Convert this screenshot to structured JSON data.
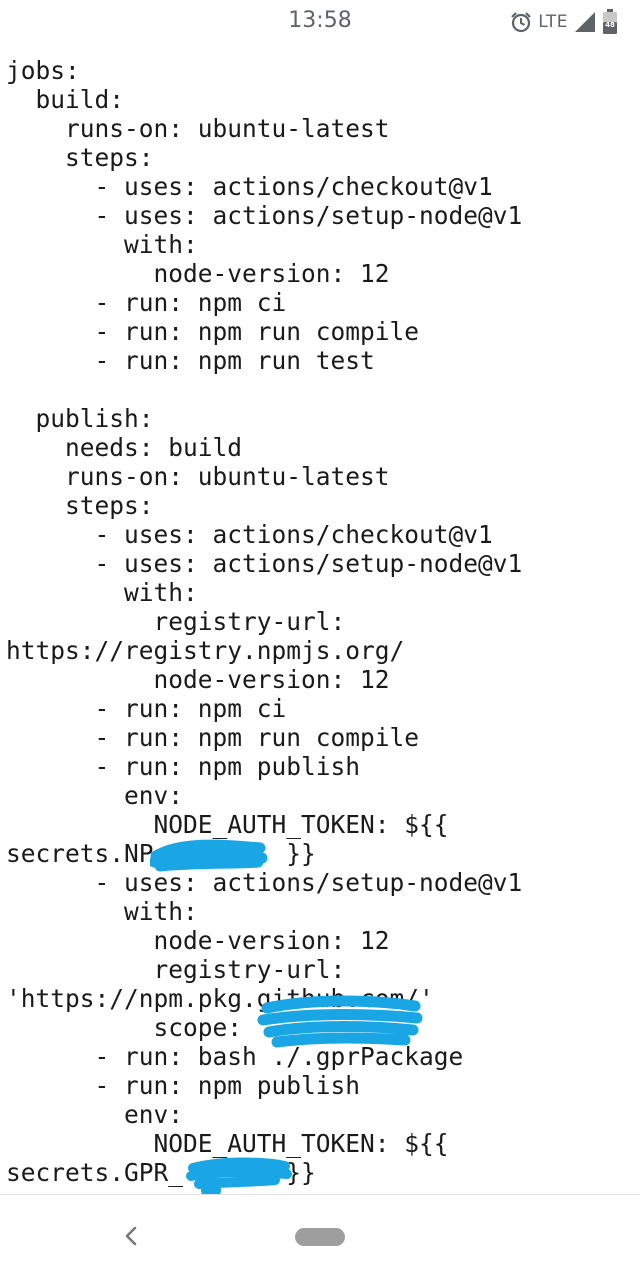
{
  "status_bar": {
    "time": "13:58",
    "network": "LTE",
    "battery_level": "48",
    "icons": [
      "alarm-icon",
      "signal-icon",
      "battery-icon"
    ]
  },
  "code": {
    "lines": [
      "jobs:",
      "  build:",
      "    runs-on: ubuntu-latest",
      "    steps:",
      "      - uses: actions/checkout@v1",
      "      - uses: actions/setup-node@v1",
      "        with:",
      "          node-version: 12",
      "      - run: npm ci",
      "      - run: npm run compile",
      "      - run: npm run test",
      "",
      "  publish:",
      "    needs: build",
      "    runs-on: ubuntu-latest",
      "    steps:",
      "      - uses: actions/checkout@v1",
      "      - uses: actions/setup-node@v1",
      "        with:",
      "          registry-url:",
      "https://registry.npmjs.org/",
      "          node-version: 12",
      "      - run: npm ci",
      "      - run: npm run compile",
      "      - run: npm publish",
      "        env:",
      "          NODE_AUTH_TOKEN: ${{",
      "secrets.NP         }}",
      "      - uses: actions/setup-node@v1",
      "        with:",
      "          node-version: 12",
      "          registry-url:",
      "'https://npm.pkg.github.com/'",
      "          scope:",
      "      - run: bash ./.gprPackage",
      "      - run: npm publish",
      "        env:",
      "          NODE_AUTH_TOKEN: ${{",
      "secrets.GPR_       }}"
    ]
  },
  "colors": {
    "text": "#1a1a1a",
    "status_text": "#5f6368",
    "redaction": "#1aa6e4",
    "nav_pill": "#9e9e9e"
  },
  "nav": {
    "icons": [
      "back-icon",
      "home-pill"
    ]
  }
}
